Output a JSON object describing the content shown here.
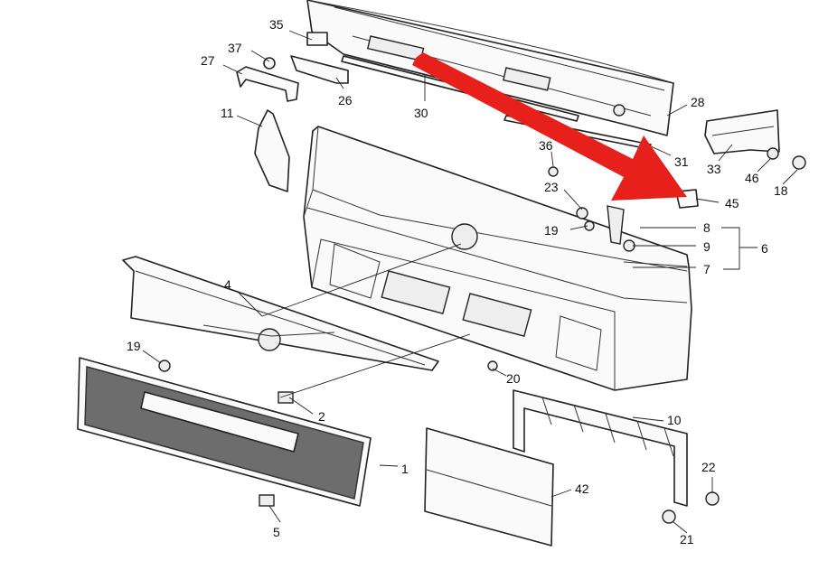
{
  "callouts": [
    {
      "id": "c35",
      "text": "35"
    },
    {
      "id": "c37",
      "text": "37"
    },
    {
      "id": "c27",
      "text": "27"
    },
    {
      "id": "c26",
      "text": "26"
    },
    {
      "id": "c30",
      "text": "30"
    },
    {
      "id": "c28",
      "text": "28"
    },
    {
      "id": "c11",
      "text": "11"
    },
    {
      "id": "c36",
      "text": "36"
    },
    {
      "id": "c31",
      "text": "31"
    },
    {
      "id": "c33",
      "text": "33"
    },
    {
      "id": "c46",
      "text": "46"
    },
    {
      "id": "c18",
      "text": "18"
    },
    {
      "id": "c23",
      "text": "23"
    },
    {
      "id": "c45",
      "text": "45"
    },
    {
      "id": "c19a",
      "text": "19"
    },
    {
      "id": "c8",
      "text": "8"
    },
    {
      "id": "c9",
      "text": "9"
    },
    {
      "id": "c6",
      "text": "6"
    },
    {
      "id": "c7",
      "text": "7"
    },
    {
      "id": "c4",
      "text": "4"
    },
    {
      "id": "c19b",
      "text": "19"
    },
    {
      "id": "c20",
      "text": "20"
    },
    {
      "id": "c2",
      "text": "2"
    },
    {
      "id": "c10",
      "text": "10"
    },
    {
      "id": "c1",
      "text": "1"
    },
    {
      "id": "c22",
      "text": "22"
    },
    {
      "id": "c42",
      "text": "42"
    },
    {
      "id": "c5",
      "text": "5"
    },
    {
      "id": "c21",
      "text": "21"
    }
  ],
  "colors": {
    "arrow": "#e8201b",
    "line": "#222222",
    "mesh": "#555555"
  }
}
